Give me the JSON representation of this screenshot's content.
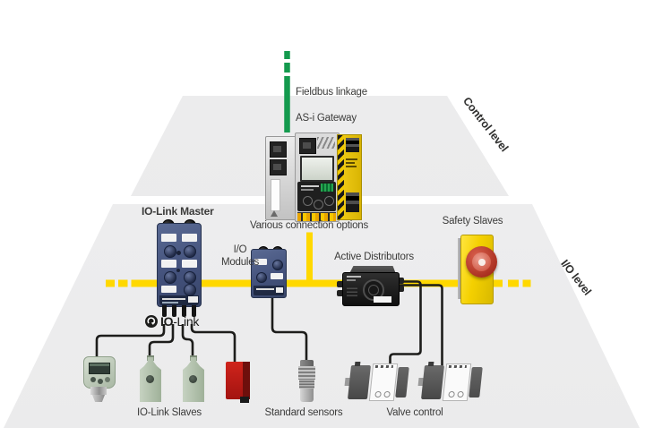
{
  "levels": {
    "control": {
      "label": "Control level"
    },
    "io": {
      "label": "I/O level"
    }
  },
  "control_level": {
    "fieldbus_label": "Fieldbus linkage",
    "gateway_label": "AS-i Gateway"
  },
  "io_level": {
    "master_label": "IO-Link Master",
    "connection_label": "Various connection options",
    "io_modules_label": {
      "line1": "I/O",
      "line2": "Modules"
    },
    "distributors_label": "Active Distributors",
    "safety_label": "Safety Slaves",
    "slaves_label": "IO-Link Slaves",
    "sensors_label": "Standard sensors",
    "valves_label": "Valve control"
  },
  "iolink_logo": {
    "prefix": "IO",
    "suffix": "-Link"
  },
  "colors": {
    "asi_bus_yellow": "#ffd800",
    "fieldbus_green": "#149a4e",
    "cable_black": "#1d1d1b",
    "device_blue": "#4e5d82",
    "safety_yellow": "#f7d800",
    "estop_red": "#c24434",
    "red_sensor": "#bf1d15",
    "sensor_sage_green": "#b8c7b2",
    "text": "#3b3b3a"
  }
}
